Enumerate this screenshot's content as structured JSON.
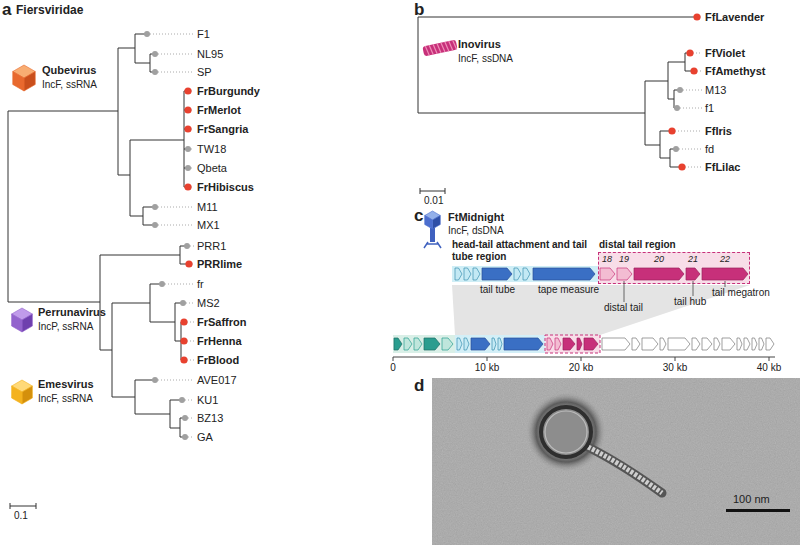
{
  "diagram": {
    "nodes": [
      {
        "text": [
          "head-tail attachment and tail tube region"
        ]
      },
      {
        "text": [
          "distal tail region"
        ]
      }
    ],
    "labels": [
      "a",
      "Fiersviridae",
      "Qubevirus",
      "IncF, ssRNA",
      "F1",
      "NL95",
      "SP",
      "FrBurgundy",
      "FrMerlot",
      "FrSangria",
      "TW18",
      "Qbeta",
      "FrHibiscus",
      "M11",
      "MX1",
      "Perrunavirus",
      "IncP, ssRNA",
      "PRR1",
      "PRRlime",
      "Emesvirus",
      "IncF, ssRNA",
      "fr",
      "MS2",
      "FrSaffron",
      "FrHenna",
      "FrBlood",
      "AVE017",
      "KU1",
      "BZ13",
      "GA",
      "0.1",
      "b",
      "Inovirus",
      "IncF, ssDNA",
      "FfLavender",
      "FfViolet",
      "FfAmethyst",
      "M13",
      "f1",
      "FfIris",
      "fd",
      "FfLilac",
      "0.01",
      "c",
      "FtMidnight",
      "IncF, dsDNA",
      "18",
      "19",
      "20",
      "21",
      "22",
      "tail tube",
      "tape measure",
      "distal tail",
      "tail hub",
      "tail megatron",
      "0",
      "10 kb",
      "20 kb",
      "30 kb",
      "40 kb",
      "d",
      "100 nm"
    ]
  }
}
